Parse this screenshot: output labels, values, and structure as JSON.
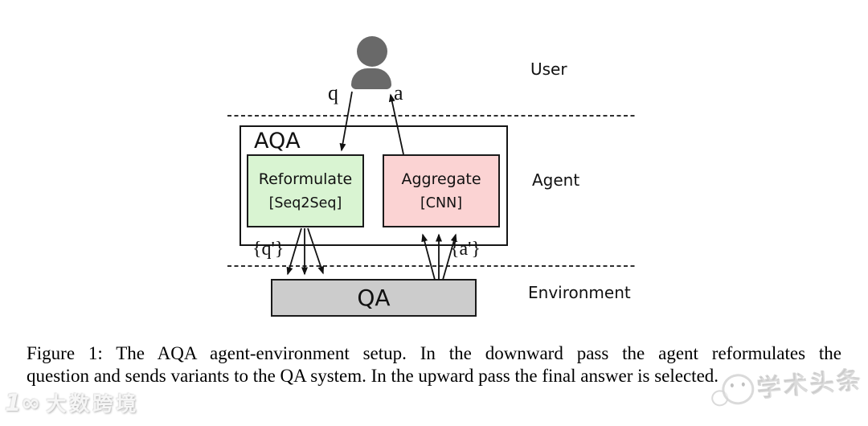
{
  "figure": {
    "lanes": {
      "user": "User",
      "agent": "Agent",
      "environment": "Environment"
    },
    "agent_box": {
      "title": "AQA",
      "modules": [
        {
          "name": "Reformulate",
          "impl": "[Seq2Seq]"
        },
        {
          "name": "Aggregate",
          "impl": "[CNN]"
        }
      ]
    },
    "environment_box": {
      "label": "QA"
    },
    "flows": {
      "question": "q",
      "answer": "a",
      "question_variants": "{q'}",
      "answer_variants": "{a'}"
    },
    "colors": {
      "reformulate_bg": "#d9f4d2",
      "aggregate_bg": "#fbd3d3",
      "qa_bg": "#cccccc",
      "user_icon": "#696969",
      "line": "#111111"
    }
  },
  "caption": {
    "line1": "Figure 1: The AQA agent-environment setup. In the downward pass the agent reformulates the",
    "line2": "question and sends variants to the QA system. In the upward pass the final answer is selected."
  },
  "watermarks": {
    "left": {
      "logo": "1∞",
      "text": "大数跨境"
    },
    "right": {
      "text": "学术头条"
    }
  }
}
